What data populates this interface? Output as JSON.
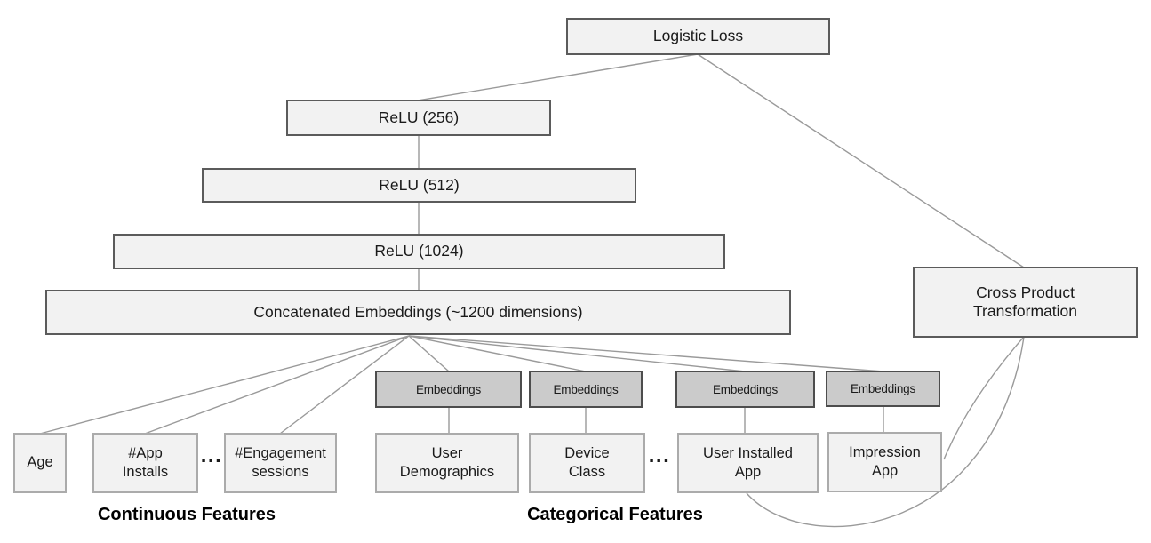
{
  "colors": {
    "bg": "#ffffff",
    "box-fill": "#f2f2f2",
    "box-border": "#5b5b5b",
    "emb-fill": "#cbcbcb",
    "emb-border": "#4d4d4d",
    "feat-border": "#ababab",
    "edge": "#9a9a9a",
    "text": "#1a1a1a"
  },
  "deep": {
    "logistic_loss": "Logistic Loss",
    "relu_256": "ReLU (256)",
    "relu_512": "ReLU (512)",
    "relu_1024": "ReLU (1024)",
    "concat": "Concatenated Embeddings (~1200 dimensions)"
  },
  "wide": {
    "cross_product": "Cross Product Transformation"
  },
  "embeddings": [
    {
      "label": "Embeddings"
    },
    {
      "label": "Embeddings"
    },
    {
      "label": "Embeddings"
    },
    {
      "label": "Embeddings"
    }
  ],
  "features": [
    {
      "label": "Age"
    },
    {
      "label": "#App Installs"
    },
    {
      "label": "#Engagement sessions"
    },
    {
      "label": "User Demographics"
    },
    {
      "label": "Device Class"
    },
    {
      "label": "User Installed App"
    },
    {
      "label": "Impression App"
    }
  ],
  "ellipsis": "...",
  "group_labels": {
    "continuous": "Continuous Features",
    "categorical": "Categorical Features"
  }
}
